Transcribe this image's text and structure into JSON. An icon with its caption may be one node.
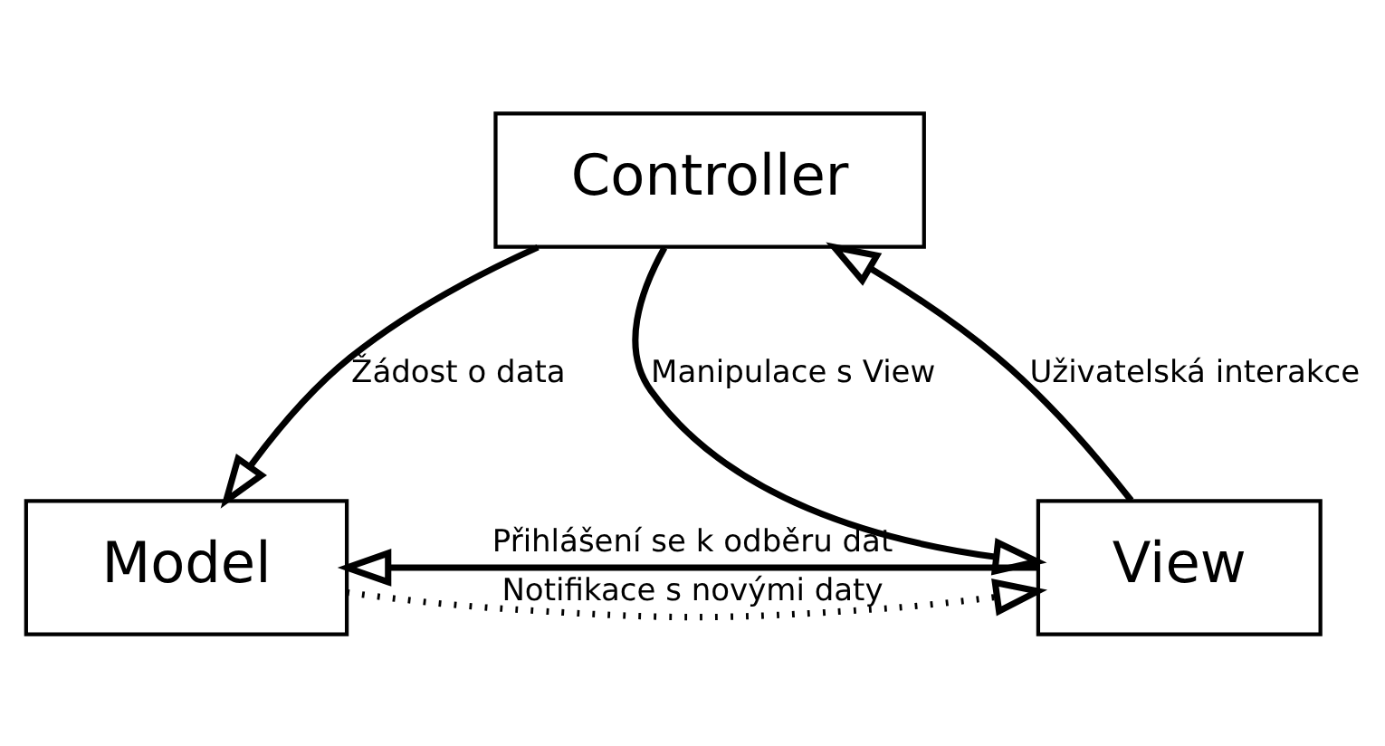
{
  "diagram": {
    "nodes": [
      {
        "text": [
          "Controller"
        ]
      },
      {
        "text": [
          "Model"
        ]
      },
      {
        "text": [
          "View"
        ]
      }
    ],
    "edges": [
      {
        "from": 0,
        "to": 1,
        "arrow": "to",
        "label": "Žádost o data"
      },
      {
        "from": 0,
        "to": 2,
        "arrow": "to",
        "label": "Manipulace s View"
      },
      {
        "from": 2,
        "to": 0,
        "arrow": "to",
        "label": "Uživatelská interakce"
      },
      {
        "from": 2,
        "to": 1,
        "arrow": "to",
        "label": "Přihlášení se k odběru dat"
      },
      {
        "from": 1,
        "to": 2,
        "arrow": "to",
        "label": "Notifikace s novými daty",
        "style": "dashed"
      }
    ]
  }
}
